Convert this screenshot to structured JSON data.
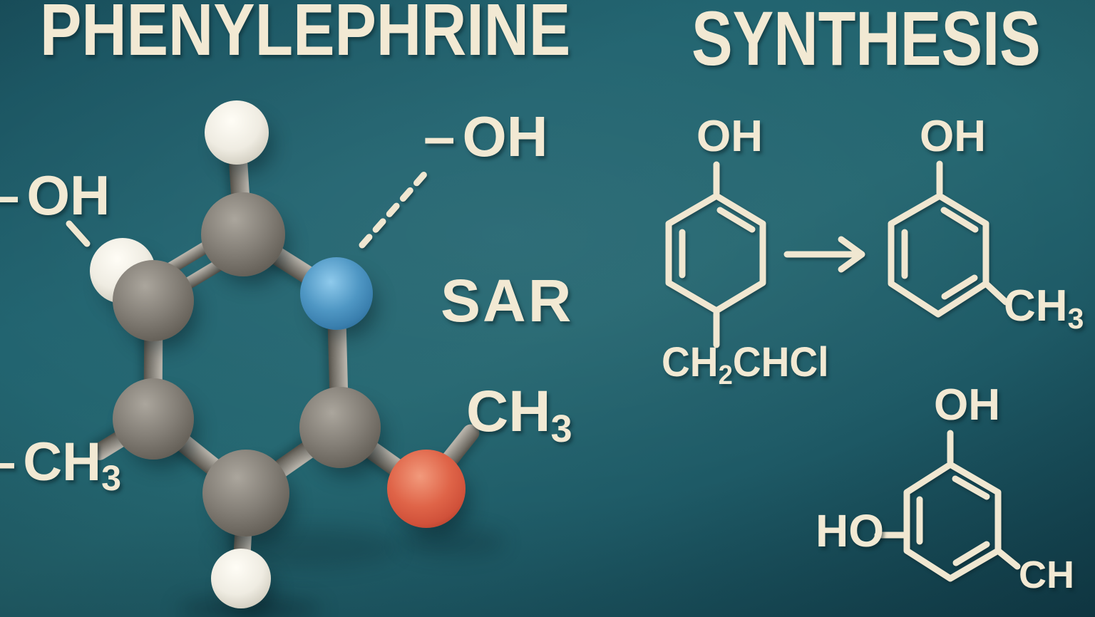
{
  "titles": {
    "left": "PHENYLEPHRINE",
    "right": "SYNTHESIS"
  },
  "sar_panel": {
    "hydroxyl_label_1": {
      "dash": "–",
      "text": "OH"
    },
    "hydroxyl_label_2": {
      "dash": "–",
      "text": "OH"
    },
    "sar_text": "SAR",
    "methoxy_label": {
      "main": "CH",
      "sub": "3"
    },
    "methyl_label": {
      "dash": "–",
      "main": "CH",
      "sub": "3"
    }
  },
  "synthesis_panel": {
    "precursor": {
      "hydroxyl": "OH",
      "chain_main": "CH",
      "chain_sub": "2",
      "chain_rest": "CHCl"
    },
    "product_top": {
      "hydroxyl": "OH",
      "methyl_main": "CH",
      "methyl_sub": "3"
    },
    "product_bottom": {
      "hydroxyl_top": "OH",
      "hydroxyl_left": "HO",
      "methyl_partial": "CH"
    }
  },
  "molecule": {
    "type": "ball-and-stick",
    "atoms": [
      {
        "element": "carbon",
        "color": "#7d7870"
      },
      {
        "element": "hydrogen",
        "color": "#eeeae0"
      },
      {
        "element": "nitrogen",
        "color": "#3f87b5"
      },
      {
        "element": "oxygen",
        "color": "#d95b41"
      }
    ]
  },
  "colors": {
    "background": "#21606c",
    "text": "#f2e9d3",
    "bond": "#8c8880"
  }
}
